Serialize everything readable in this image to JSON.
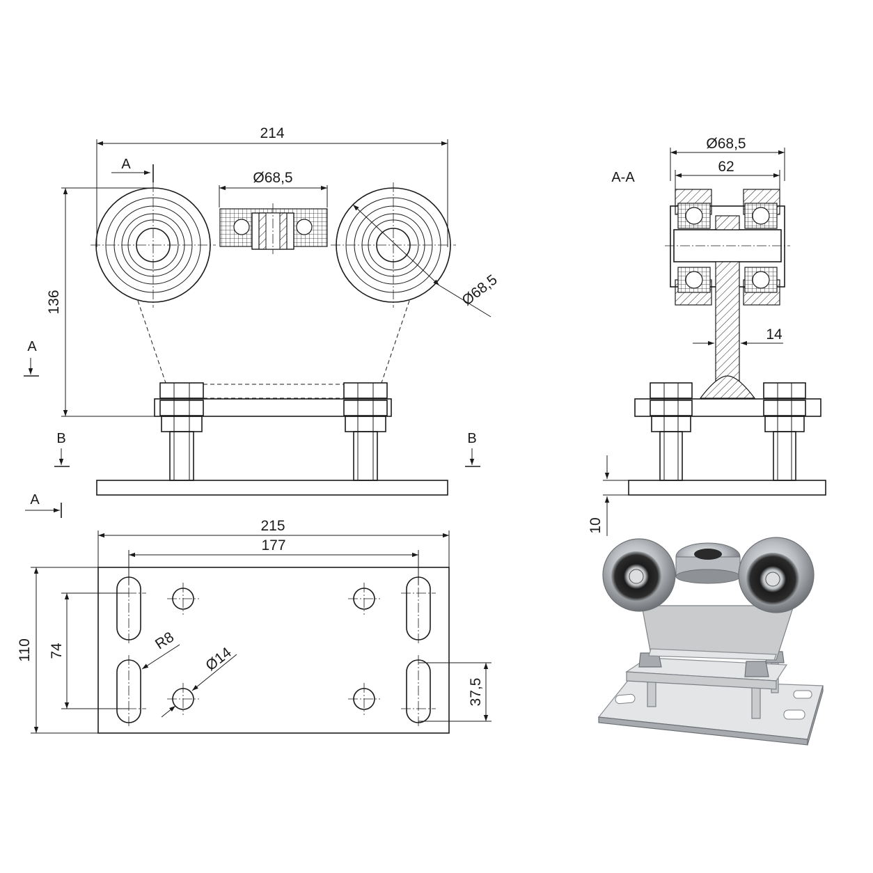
{
  "dimensions": {
    "overall_width": "214",
    "height_136": "136",
    "roller_diameter_side": "Ø68,5",
    "roller_diameter_top": "Ø68,5",
    "roller_diameter_section": "Ø68,5",
    "roller_width": "62",
    "plate_thickness": "14",
    "base_thickness": "10",
    "base_width": "215",
    "slot_spacing": "177",
    "base_depth": "110",
    "slot_vertical_spacing": "74",
    "slot_edge_distance": "37,5",
    "slot_radius": "R8",
    "hole_diameter": "Ø14"
  },
  "section_labels": {
    "a_top": "A",
    "a_left": "A",
    "a_bottom_left": "A",
    "b_left": "B",
    "b_right": "B",
    "section_aa": "A-A"
  },
  "colors": {
    "line": "#1a1a1a",
    "steel": "#c9cbcd",
    "background": "#ffffff"
  }
}
